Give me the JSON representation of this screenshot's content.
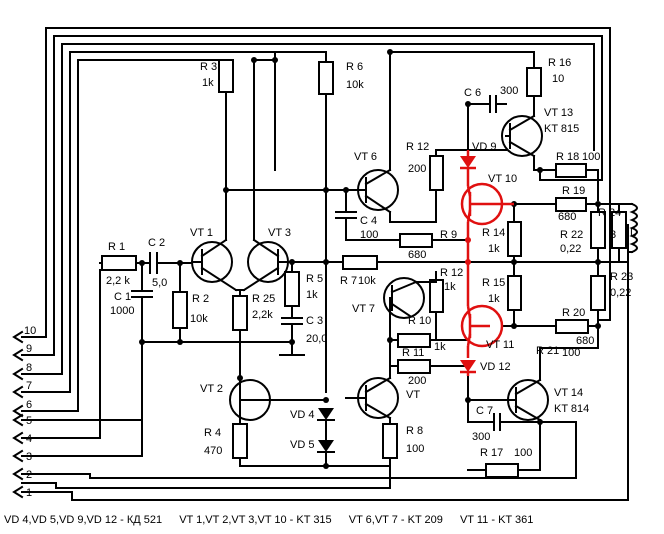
{
  "labels": {
    "r1_name": "R 1",
    "r1_val": "2,2 k",
    "c2_name": "C 2",
    "c2_val": "5,0",
    "c1_name": "C 1",
    "c1_val": "1000",
    "r2_name": "R 2",
    "r2_val": "10k",
    "r3_name": "R 3",
    "r3_val": "1k",
    "vt1": "VT 1",
    "vt3": "VT 3",
    "r25_name": "R 25",
    "r25_val": "2,2k",
    "r5_name": "R 5",
    "r5_val": "1k",
    "c3_name": "C 3",
    "c3_val": "20,0",
    "r6_name": "R 6",
    "r6_val": "10k",
    "vt6": "VT 6",
    "c4_name": "C 4",
    "c4_val": "100",
    "r7_name": "R 7",
    "r7_val": "10k",
    "vt7": "VT 7",
    "r9_name": "R 9",
    "r9_val": "680",
    "r10_name": "R 10",
    "r10_val": "1k",
    "r11_name": "R 11",
    "r11_val": "200",
    "r12a_name": "R 12",
    "r12a_val": "200",
    "r12b_name": "R 12",
    "r12b_val": "1k",
    "vt2": "VT 2",
    "r4_name": "R 4",
    "r4_val": "470",
    "vd4": "VD 4",
    "vd5": "VD 5",
    "vt_lower": "VT",
    "r8_name": "R 8",
    "r8_val": "100",
    "c6_name": "C 6",
    "c6_val": "300",
    "vd9": "VD 9",
    "vt10": "VT 10",
    "r16_name": "R 16",
    "r16_val": "10",
    "vt13_name": "VT 13",
    "vt13_type": "KT 815",
    "r18_name": "R 18",
    "r18_val": "100",
    "r19_name": "R 19",
    "r19_val": "680",
    "r24_name": "R 24",
    "r24_val": "3",
    "l_name": "L",
    "r14_name": "R 14",
    "r14_val": "1k",
    "r22_name": "R 22",
    "r22_val": "0,22",
    "r15_name": "R 15",
    "r15_val": "1k",
    "r23_name": "R 23",
    "r23_val": "0,22",
    "vt11": "VT 11",
    "r20_name": "R 20",
    "r20_val": "680",
    "r21_name": "R 21",
    "r21_val": "100",
    "vd12": "VD 12",
    "vt14_name": "VT 14",
    "vt14_type": "KT 814",
    "c7_name": "C 7",
    "c7_val": "300",
    "r17_name": "R 17",
    "r17_val": "100",
    "pins": [
      "10",
      "9",
      "8",
      "7",
      "6",
      "5",
      "4",
      "3",
      "2",
      "1"
    ]
  },
  "footer": {
    "diodes": "VD 4,VD 5,VD 9,VD 12 - КД 521",
    "tr_a": "VT 1,VT 2,VT 3,VT 10 - KT 315",
    "tr_b": "VT 6,VT 7 - KT 209",
    "tr_c": "VT 11 - KT 361"
  },
  "colors": {
    "wire": "#000000",
    "highlight": "#e01010",
    "background": "#ffffff"
  }
}
